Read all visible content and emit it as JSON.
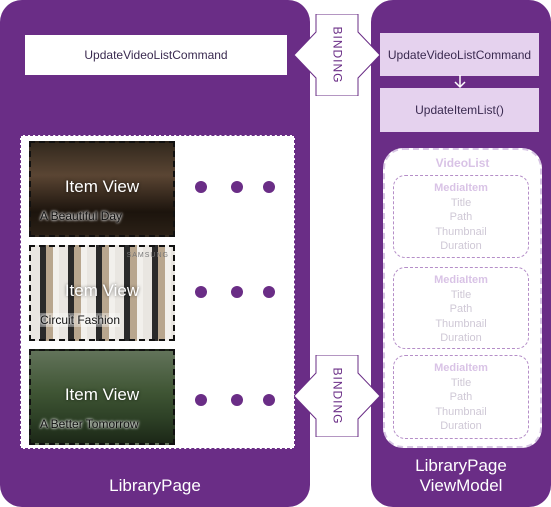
{
  "left_panel": {
    "title": "LibraryPage",
    "command_label": "UpdateVideoListCommand",
    "items": [
      {
        "label": "Item View",
        "caption": "A Beautiful Day"
      },
      {
        "label": "Item View",
        "caption": "Circuit Fashion",
        "brand": "SAMSUNG"
      },
      {
        "label": "Item View",
        "caption": "A Better Tomorrow"
      }
    ]
  },
  "binding_label": "BINDING",
  "right_panel": {
    "title": "LibraryPage\nViewModel",
    "command_label": "UpdateVideoListCommand",
    "method_label": "UpdateItemList()",
    "videolist": {
      "title": "VideoList",
      "item_title": "MediaItem",
      "fields": [
        "Title",
        "Path",
        "Thumbnail",
        "Duration"
      ],
      "item_count": 3
    }
  },
  "colors": {
    "panel": "#6a2d86",
    "viewmodel_box": "#e5d2ee",
    "light_text": "#cfc8d6"
  }
}
